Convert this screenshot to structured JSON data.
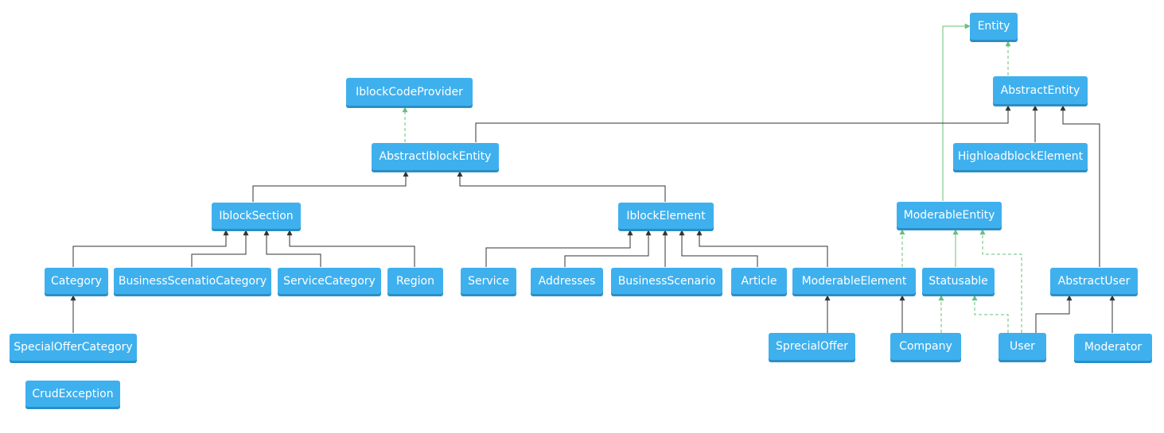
{
  "nodes": {
    "entity": "Entity",
    "abstract_entity": "AbstractEntity",
    "iblock_code_provider": "IblockCodeProvider",
    "abstract_iblock_entity": "AbstractIblockEntity",
    "highloadblock_element": "HighloadblockElement",
    "iblock_section": "IblockSection",
    "iblock_element": "IblockElement",
    "moderable_entity": "ModerableEntity",
    "category": "Category",
    "business_scenatio_category": "BusinessScenatioCategory",
    "service_category": "ServiceCategory",
    "region": "Region",
    "service": "Service",
    "addresses": "Addresses",
    "business_scenario": "BusinessScenario",
    "article": "Article",
    "moderable_element": "ModerableElement",
    "statusable": "Statusable",
    "abstract_user": "AbstractUser",
    "special_offer_category": "SpecialOfferCategory",
    "sprecial_offer": "SprecialOffer",
    "company": "Company",
    "user": "User",
    "moderator": "Moderator",
    "crud_exception": "CrudException"
  },
  "colors": {
    "node_fill": "#3fb0ee",
    "node_text": "#ffffff",
    "inheritance_edge": "#333333",
    "implementation_edge": "#6abf7b"
  }
}
